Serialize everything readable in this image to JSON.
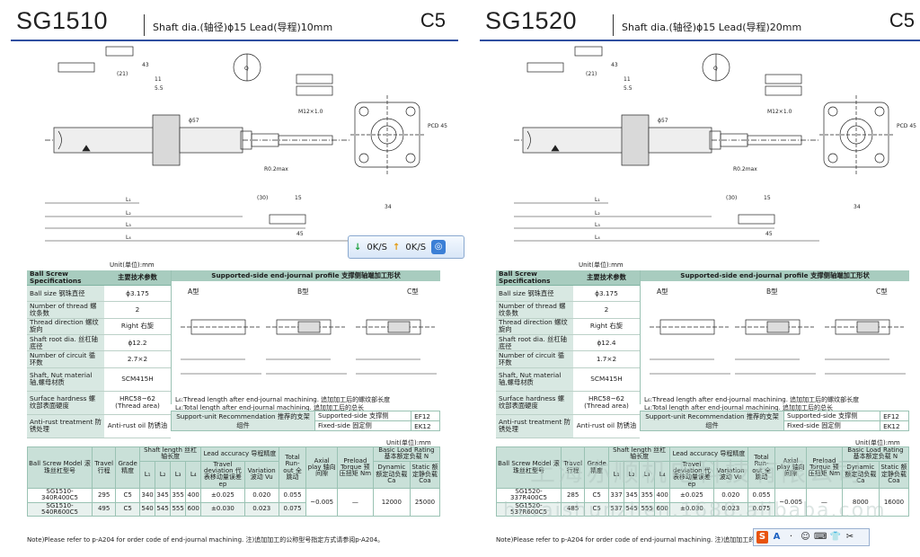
{
  "pages": [
    {
      "model": "SG1510",
      "grade": "C5",
      "shaft_label": "Shaft dia.(轴径)ϕ15",
      "lead_label": "Lead(导程)10mm",
      "unit_top": "Unit(单位):mm",
      "unit_bottom": "Unit(单位):mm",
      "specs": [
        {
          "k": "Ball size  钢珠直径",
          "v": "ϕ3.175"
        },
        {
          "k": "Number of thread  螺纹条数",
          "v": "2"
        },
        {
          "k": "Thread direction  螺纹旋向",
          "v": "Right  右旋"
        },
        {
          "k": "Shaft root dia.  丝杠轴底径",
          "v": "ϕ12.2"
        },
        {
          "k": "Number of circuit  循环数",
          "v": "2.7×2"
        },
        {
          "k": "Shaft, Nut material  轴,螺母材质",
          "v": "SCM415H"
        },
        {
          "k": "Surface hardness  螺纹部表面硬度",
          "v": "HRC58~62 (Thread area)"
        },
        {
          "k": "Anti-rust treatment  防锈处理",
          "v": "Anti-rust oil  防锈油"
        }
      ],
      "rows": [
        {
          "model": "SG1510-340R400C5",
          "travel": "295",
          "grade": "C5",
          "l1": "340",
          "l2": "345",
          "l3": "355",
          "l4": "400",
          "td": "±0.025",
          "var": "0.020",
          "run": "0.055",
          "play": "~0.005",
          "torque": "—",
          "ca": "12000",
          "coa": "25000"
        },
        {
          "model": "SG1510-540R600C5",
          "travel": "495",
          "grade": "C5",
          "l1": "540",
          "l2": "545",
          "l3": "555",
          "l4": "600",
          "td": "±0.030",
          "var": "0.023",
          "run": "0.075",
          "play": "",
          "torque": "",
          "ca": "",
          "coa": ""
        }
      ],
      "ks": {
        "down": "0K/S",
        "up": "0K/S"
      }
    },
    {
      "model": "SG1520",
      "grade": "C5",
      "shaft_label": "Shaft dia.(轴径)ϕ15",
      "lead_label": "Lead(导程)20mm",
      "unit_top": "Unit(单位):mm",
      "unit_bottom": "Unit(单位):mm",
      "specs": [
        {
          "k": "Ball size  钢珠直径",
          "v": "ϕ3.175"
        },
        {
          "k": "Number of thread  螺纹条数",
          "v": "2"
        },
        {
          "k": "Thread direction  螺纹旋向",
          "v": "Right  右旋"
        },
        {
          "k": "Shaft root dia.  丝杠轴底径",
          "v": "ϕ12.4"
        },
        {
          "k": "Number of circuit  循环数",
          "v": "1.7×2"
        },
        {
          "k": "Shaft, Nut material  轴,螺母材质",
          "v": "SCM415H"
        },
        {
          "k": "Surface hardness  螺纹部表面硬度",
          "v": "HRC58~62 (Thread area)"
        },
        {
          "k": "Anti-rust treatment  防锈处理",
          "v": "Anti-rust oil  防锈油"
        }
      ],
      "rows": [
        {
          "model": "SG1520-337R400C5",
          "travel": "285",
          "grade": "C5",
          "l1": "337",
          "l2": "345",
          "l3": "355",
          "l4": "400",
          "td": "±0.025",
          "var": "0.020",
          "run": "0.055",
          "play": "~0.005",
          "torque": "—",
          "ca": "8000",
          "coa": "16000"
        },
        {
          "model": "SG1520-537R600C5",
          "travel": "485",
          "grade": "C5",
          "l1": "537",
          "l2": "545",
          "l3": "555",
          "l4": "600",
          "td": "±0.030",
          "var": "0.023",
          "run": "0.075",
          "play": "",
          "torque": "",
          "ca": "",
          "coa": ""
        }
      ]
    }
  ],
  "common": {
    "spec_header_en": "Ball Screw Specifications",
    "spec_header_zh": "主要技术参数",
    "prof_header": "Supported-side end-journal profile  支撑侧轴端加工形状",
    "typeA": "A型",
    "typeB": "B型",
    "typeC": "C型",
    "note1": "L₆:Thread length after end-journal machining.  追加加工后的螺纹部长度",
    "note2": "L₄:Total length after end-journal machining.  追加加工后的总长",
    "support_rec": "Support-unit Recommendation  推荐的支架组件",
    "supported_side": "Supported-side  支撑侧",
    "supported_val": "EF12",
    "fixed_side": "Fixed-side  固定侧",
    "fixed_val": "EK12",
    "th_model": "Ball Screw Model 滚珠丝杠型号",
    "th_travel": "Travel 行程",
    "th_grade": "Grade 精度",
    "th_shaft": "Shaft length 丝杠轴长度",
    "th_lead": "Lead accuracy 导程精度",
    "th_td": "Travel deviation 代表移动量误差 ep",
    "th_var": "Variation 波动 Vu",
    "th_run": "Total Run-out 全跳动",
    "th_play": "Axial play 轴向间隙",
    "th_torque": "Preload Torque 预压扭矩 Nm",
    "th_load": "Basic Load Rating 基本额定负载  N",
    "th_ca": "Dynamic 额定动负载 Ca",
    "th_coa": "Static 额定静负载 Coa",
    "l1": "L₁",
    "l2": "L₂",
    "l3": "L₃",
    "l4": "L₄",
    "footer": "Note)Please refer to p-A204 for order code of end-journal machining.  注)追加加工的公称型号指定方式请参阅p-A204。",
    "watermark": "上海亦顺机电科技有限公司",
    "watermark2": "hetaishunzhen.1688.alibaba.com",
    "ime": [
      "S",
      "A",
      "·",
      "☺",
      "⌨",
      "👕",
      "✂"
    ]
  }
}
